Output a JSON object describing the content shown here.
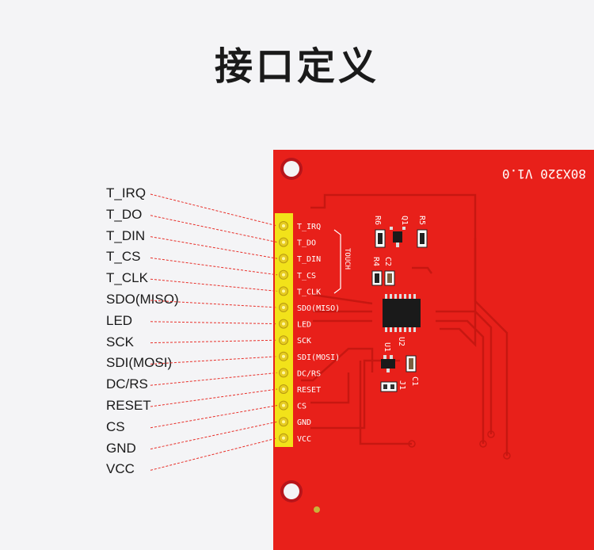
{
  "title": "接口定义",
  "board_label": "80X320 V1.0",
  "touch_label": "TOUCH",
  "pins": [
    {
      "left": "T_IRQ",
      "silk": "T_IRQ"
    },
    {
      "left": "T_DO",
      "silk": "T_DO"
    },
    {
      "left": "T_DIN",
      "silk": "T_DIN"
    },
    {
      "left": "T_CS",
      "silk": "T_CS"
    },
    {
      "left": "T_CLK",
      "silk": "T_CLK"
    },
    {
      "left": "SDO(MISO)",
      "silk": "SDO(MISO)"
    },
    {
      "left": "LED",
      "silk": "LED"
    },
    {
      "left": "SCK",
      "silk": "SCK"
    },
    {
      "left": "SDI(MOSI)",
      "silk": "SDI(MOSI)"
    },
    {
      "left": "DC/RS",
      "silk": "DC/RS"
    },
    {
      "left": "RESET",
      "silk": "RESET"
    },
    {
      "left": "CS",
      "silk": "CS"
    },
    {
      "left": "GND",
      "silk": "GND"
    },
    {
      "left": "VCC",
      "silk": "VCC"
    }
  ],
  "components": {
    "r6": "R6",
    "q1": "Q1",
    "r5": "R5",
    "r4": "R4",
    "c2": "C2",
    "u2": "U2",
    "u1": "U1",
    "c1": "C1",
    "j1": "J1"
  },
  "colors": {
    "background": "#f4f4f6",
    "pcb": "#e8201a",
    "pcb_trace": "#d61811",
    "header": "#f2e21a",
    "leader_line": "#e8302a",
    "text": "#1a1a1a"
  }
}
